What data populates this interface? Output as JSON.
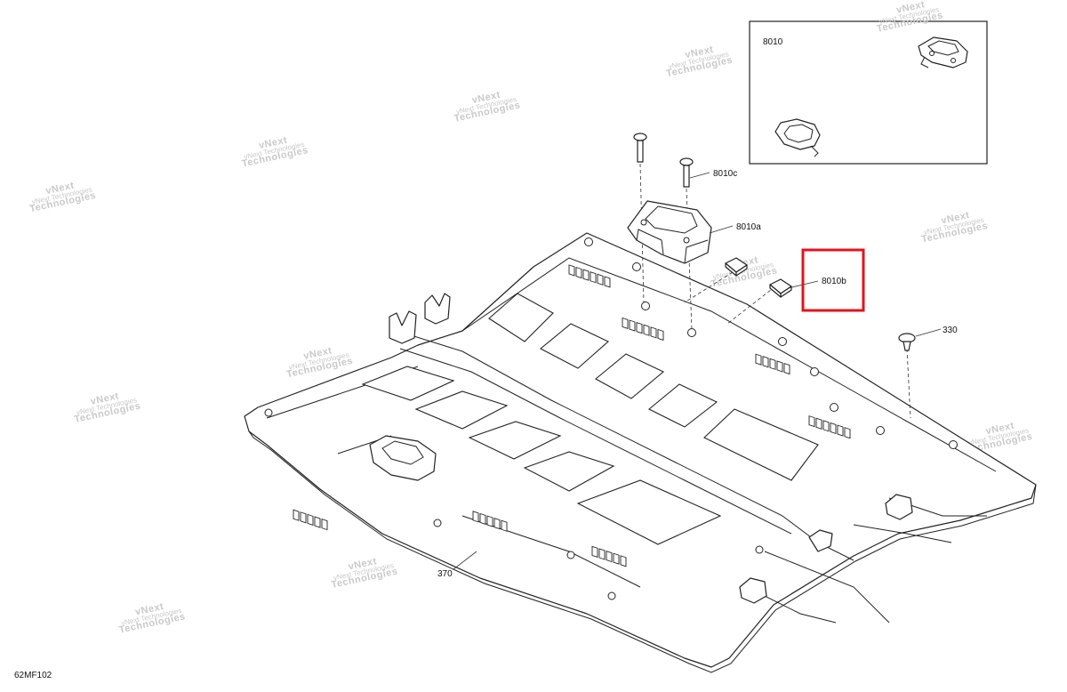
{
  "diagram": {
    "figure_code": "62MF102",
    "inset_label": "8010",
    "callouts": {
      "c8010c": "8010c",
      "c8010a": "8010a",
      "c8010b": "8010b",
      "c330": "330",
      "c370": "370"
    },
    "highlight_color": "#e1141c",
    "watermark": {
      "line1": "vNext",
      "line2": "Technologies",
      "small": "vNext Technologies"
    }
  }
}
